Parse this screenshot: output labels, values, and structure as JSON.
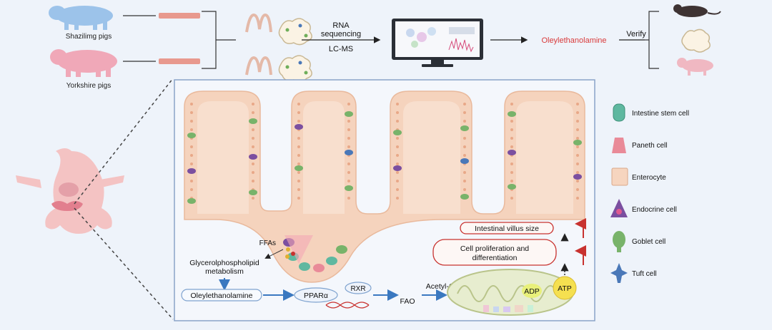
{
  "top": {
    "pig1_label": "Shazilimg pigs",
    "pig2_label": "Yorkshire pigs",
    "method1_line1": "RNA",
    "method1_line2": "sequencing",
    "method2": "LC-MS",
    "compound": "Oleylethanolamine",
    "verify": "Verify"
  },
  "pathway": {
    "ffas": "FFAs",
    "glycero_line1": "Glycerolphospholipid",
    "glycero_line2": "metabolism",
    "oleyl_box": "Oleylethanolamine",
    "ppar": "PPARα",
    "rxr": "RXR",
    "fao": "FAO",
    "acetyl": "Acetyl-CoA",
    "adp": "ADP",
    "atp": "ATP",
    "villus_size": "Intestinal villus size",
    "prolif_line1": "Cell proliferation and",
    "prolif_line2": "differentiation"
  },
  "legend": [
    {
      "label": "Intestine stem cell",
      "color": "#5fb8a0"
    },
    {
      "label": "Paneth cell",
      "color": "#e98a98"
    },
    {
      "label": "Enterocyte",
      "color": "#f6d5bf"
    },
    {
      "label": "Endocrine cell",
      "color": "#7b4fa0"
    },
    {
      "label": "Goblet cell",
      "color": "#78b36a"
    },
    {
      "label": "Tuft cell",
      "color": "#4a78b8"
    }
  ],
  "colors": {
    "compound_red": "#d93a3a",
    "arrow_blue": "#3a78c0",
    "arrow_red": "#c8322f",
    "tissue": "#f5d3bd",
    "frame": "#8aa3c8"
  }
}
